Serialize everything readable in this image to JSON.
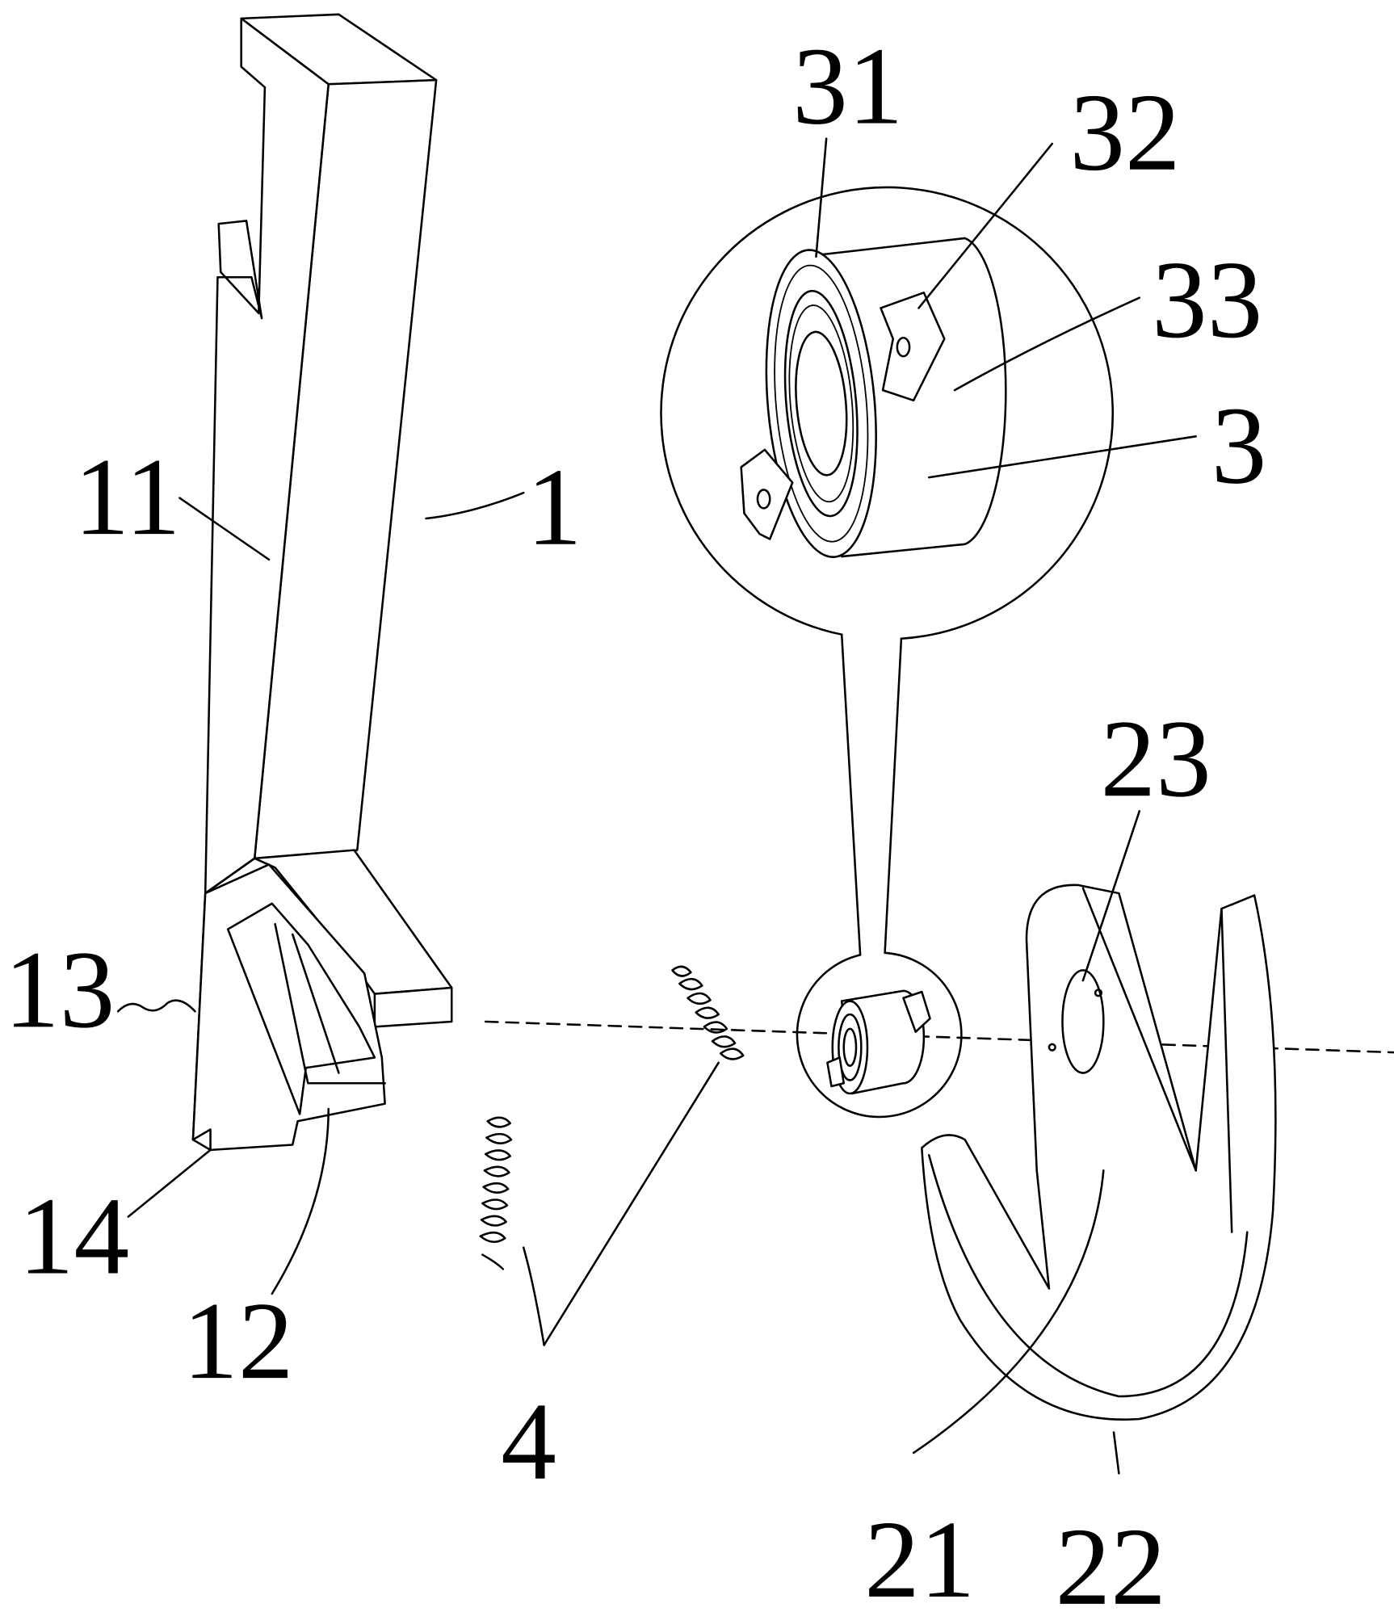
{
  "figure": {
    "labels": {
      "l31": "31",
      "l32": "32",
      "l33": "33",
      "l3": "3",
      "l11": "11",
      "l1": "1",
      "l13": "13",
      "l14": "14",
      "l12": "12",
      "l4": "4",
      "l23": "23",
      "l21": "21",
      "l22": "22"
    }
  }
}
